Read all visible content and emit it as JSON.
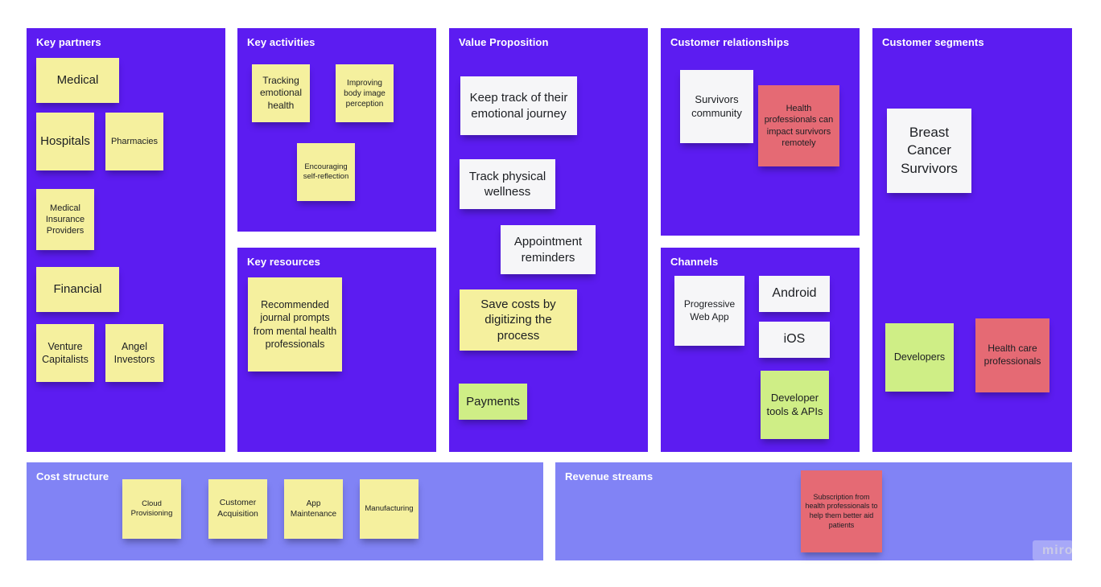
{
  "watermark": {
    "label": "miro"
  },
  "colors": {
    "panel_purple": "#5c1cf1",
    "panel_light_purple": "#8183f5",
    "note_yellow": "#f5f09e",
    "note_green": "#cfee86",
    "note_white": "#f6f6f8",
    "note_red": "#e56a74",
    "header_text": "#ffffff",
    "note_text": "#1c1e22"
  },
  "panels": {
    "key_partners": {
      "title": "Key partners",
      "notes": [
        {
          "text": "Medical",
          "color": "yellow"
        },
        {
          "text": "Hospitals",
          "color": "yellow"
        },
        {
          "text": "Pharmacies",
          "color": "yellow"
        },
        {
          "text": "Medical Insurance Providers",
          "color": "yellow"
        },
        {
          "text": "Financial",
          "color": "yellow"
        },
        {
          "text": "Venture Capitalists",
          "color": "yellow"
        },
        {
          "text": "Angel Investors",
          "color": "yellow"
        }
      ]
    },
    "key_activities": {
      "title": "Key activities",
      "notes": [
        {
          "text": "Tracking emotional health",
          "color": "yellow"
        },
        {
          "text": "Improving body image perception",
          "color": "yellow"
        },
        {
          "text": "Encouraging self-reflection",
          "color": "yellow"
        }
      ]
    },
    "key_resources": {
      "title": "Key resources",
      "notes": [
        {
          "text": "Recommended journal prompts from mental health professionals",
          "color": "yellow"
        }
      ]
    },
    "value_proposition": {
      "title": "Value Proposition",
      "notes": [
        {
          "text": "Keep track of their emotional journey",
          "color": "white"
        },
        {
          "text": "Track physical wellness",
          "color": "white"
        },
        {
          "text": "Appointment reminders",
          "color": "white"
        },
        {
          "text": "Save costs by digitizing the process",
          "color": "yellow"
        },
        {
          "text": "Payments",
          "color": "green"
        }
      ]
    },
    "customer_relationships": {
      "title": "Customer relationships",
      "notes": [
        {
          "text": "Survivors community",
          "color": "white"
        },
        {
          "text": "Health professionals can impact survivors remotely",
          "color": "red"
        }
      ]
    },
    "channels": {
      "title": "Channels",
      "notes": [
        {
          "text": "Progressive Web App",
          "color": "white"
        },
        {
          "text": "Android",
          "color": "white"
        },
        {
          "text": "iOS",
          "color": "white"
        },
        {
          "text": "Developer tools & APIs",
          "color": "green"
        }
      ]
    },
    "customer_segments": {
      "title": "Customer segments",
      "notes": [
        {
          "text": "Breast Cancer Survivors",
          "color": "white"
        },
        {
          "text": "Developers",
          "color": "green"
        },
        {
          "text": "Health care professionals",
          "color": "red"
        }
      ]
    },
    "cost_structure": {
      "title": "Cost structure",
      "notes": [
        {
          "text": "Cloud Provisioning",
          "color": "yellow"
        },
        {
          "text": "Customer Acquisition",
          "color": "yellow"
        },
        {
          "text": "App Maintenance",
          "color": "yellow"
        },
        {
          "text": "Manufacturing",
          "color": "yellow"
        }
      ]
    },
    "revenue_streams": {
      "title": "Revenue streams",
      "notes": [
        {
          "text": "Subscription from health professionals to help them better aid patients",
          "color": "red"
        }
      ]
    }
  }
}
